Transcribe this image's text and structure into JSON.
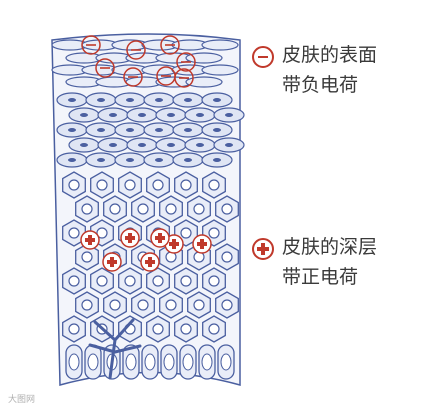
{
  "legend": {
    "negative": {
      "line1": "皮肤的表面",
      "line2": "带负电荷",
      "symbol": "negative-charge-icon",
      "color": "#c0392b"
    },
    "positive": {
      "line1": "皮肤的深层",
      "line2": "带正电荷",
      "symbol": "positive-charge-icon",
      "color": "#c0392b"
    }
  },
  "diagram": {
    "subject": "skin-layers",
    "outline_color": "#4a5fa0",
    "cell_fill": "#e9edf8",
    "negative_marker_count": 8,
    "positive_marker_count": 7
  },
  "watermark": "大图网"
}
